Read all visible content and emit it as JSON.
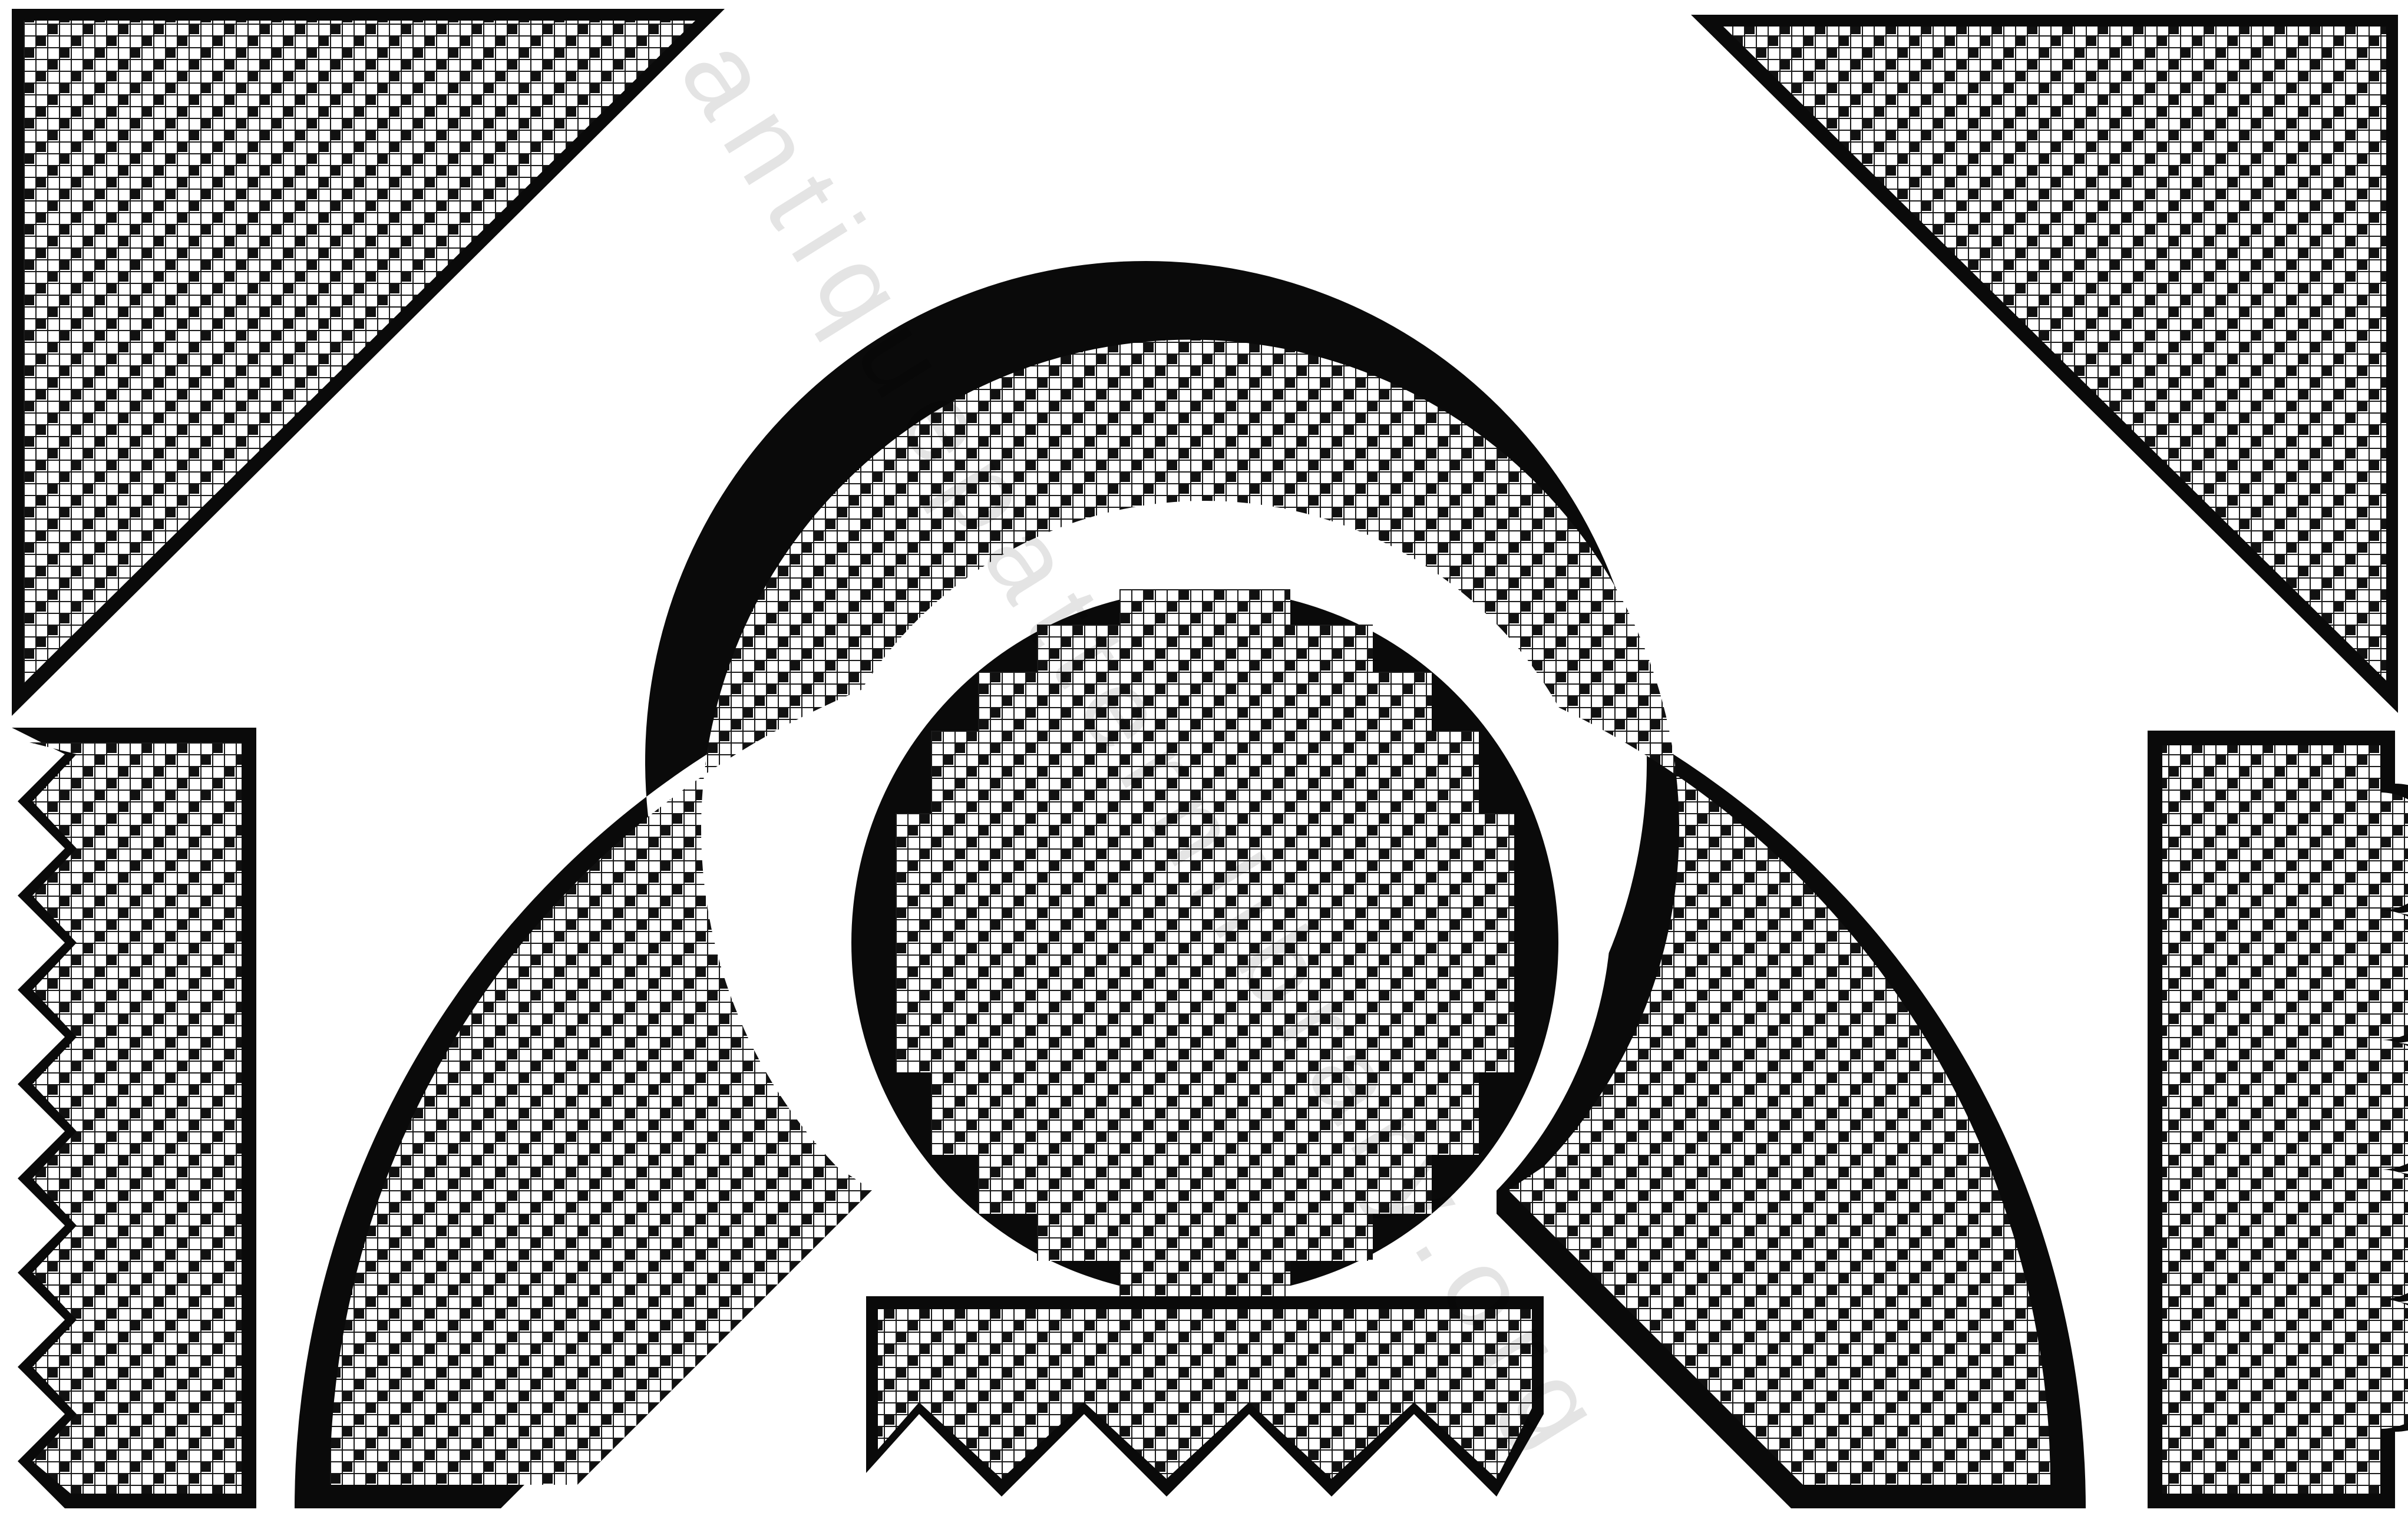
{
  "colors": {
    "background": "#ffffff",
    "ink": "#0a0a0a",
    "mesh": "#cfcfcf",
    "block": "#111111",
    "gap": "#ffffff"
  },
  "watermark": {
    "text": "antiquepatternlibrary.org"
  },
  "pieces": [
    {
      "name": "top-left-triangle-corner",
      "kind": "triangle-corner"
    },
    {
      "name": "top-right-triangle-corner",
      "kind": "triangle-corner"
    },
    {
      "name": "large-half-ring-panel",
      "kind": "half-ring"
    },
    {
      "name": "center-round-medallion",
      "kind": "scalloped-medallion"
    },
    {
      "name": "left-vertical-edging-strip",
      "kind": "pointed-edging"
    },
    {
      "name": "right-vertical-edging-strip",
      "kind": "scalloped-edging"
    },
    {
      "name": "bottom-horizontal-edging-strip",
      "kind": "pointed-edging"
    }
  ]
}
